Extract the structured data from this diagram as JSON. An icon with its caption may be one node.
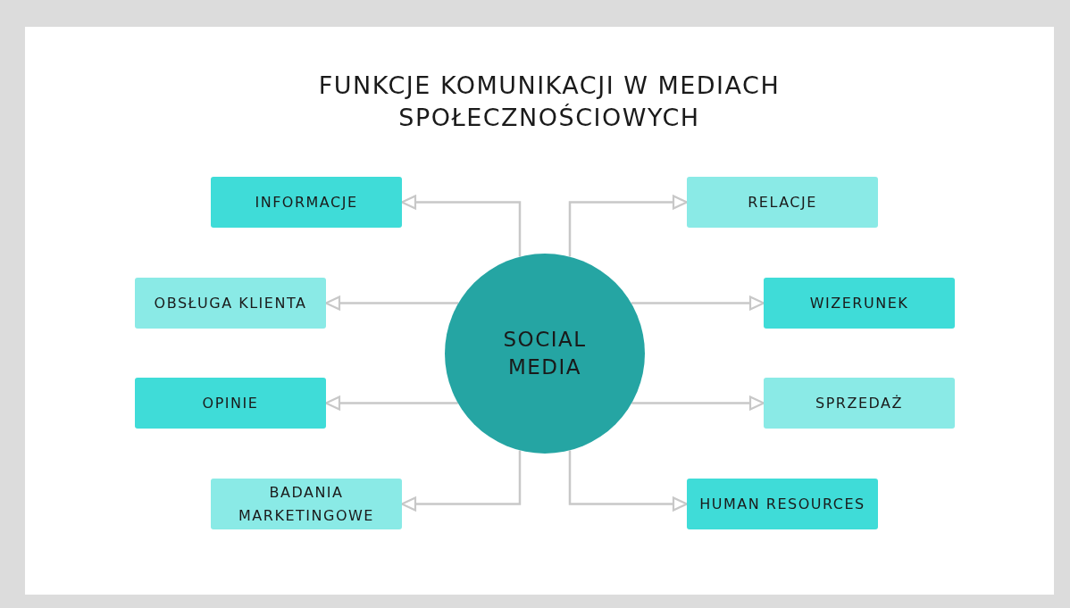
{
  "diagram": {
    "title": "FUNKCJE KOMUNIKACJI W MEDIACH SPOŁECZNOŚCIOWYCH",
    "nodes": [
      {
        "text": [
          "SOCIAL MEDIA"
        ]
      },
      {
        "text": [
          "INFORMACJE"
        ]
      },
      {
        "text": [
          "RELACJE"
        ]
      },
      {
        "text": [
          "OBSŁUGA KLIENTA"
        ]
      },
      {
        "text": [
          "WIZERUNEK"
        ]
      },
      {
        "text": [
          "OPINIE"
        ]
      },
      {
        "text": [
          "SPRZEDAŻ"
        ]
      },
      {
        "text": [
          "BADANIA MARKETINGOWE"
        ]
      },
      {
        "text": [
          "HUMAN RESOURCES"
        ]
      }
    ],
    "edges": [
      {
        "from": 0,
        "to": 1,
        "arrow": "to"
      },
      {
        "from": 0,
        "to": 2,
        "arrow": "to"
      },
      {
        "from": 0,
        "to": 3,
        "arrow": "to"
      },
      {
        "from": 0,
        "to": 4,
        "arrow": "to"
      },
      {
        "from": 0,
        "to": 5,
        "arrow": "to"
      },
      {
        "from": 0,
        "to": 6,
        "arrow": "to"
      },
      {
        "from": 0,
        "to": 7,
        "arrow": "to"
      },
      {
        "from": 0,
        "to": 8,
        "arrow": "to"
      }
    ]
  }
}
